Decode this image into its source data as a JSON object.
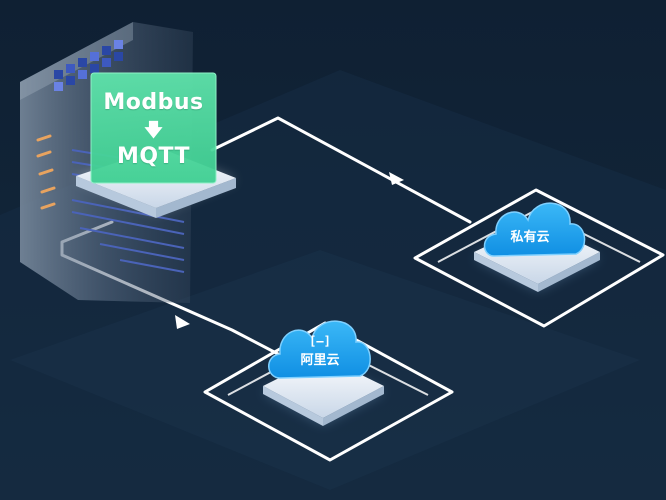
{
  "gateway": {
    "protocol_from": "Modbus",
    "arrow_glyph": "🡇",
    "protocol_to": "MQTT",
    "box_color": "#4fd9a0"
  },
  "clouds": {
    "private_cloud": {
      "label": "私有云",
      "color": "#1ca3f0"
    },
    "aliyun": {
      "logo_text": "[–]",
      "label": "阿里云",
      "color": "#1ca3f0"
    }
  },
  "connections": [
    {
      "from": "gateway",
      "to": "private_cloud"
    },
    {
      "from": "gateway",
      "to": "aliyun"
    }
  ],
  "colors": {
    "background": "#13263a",
    "connector": "#ffffff",
    "panel_stripe": "#4a63b8"
  }
}
